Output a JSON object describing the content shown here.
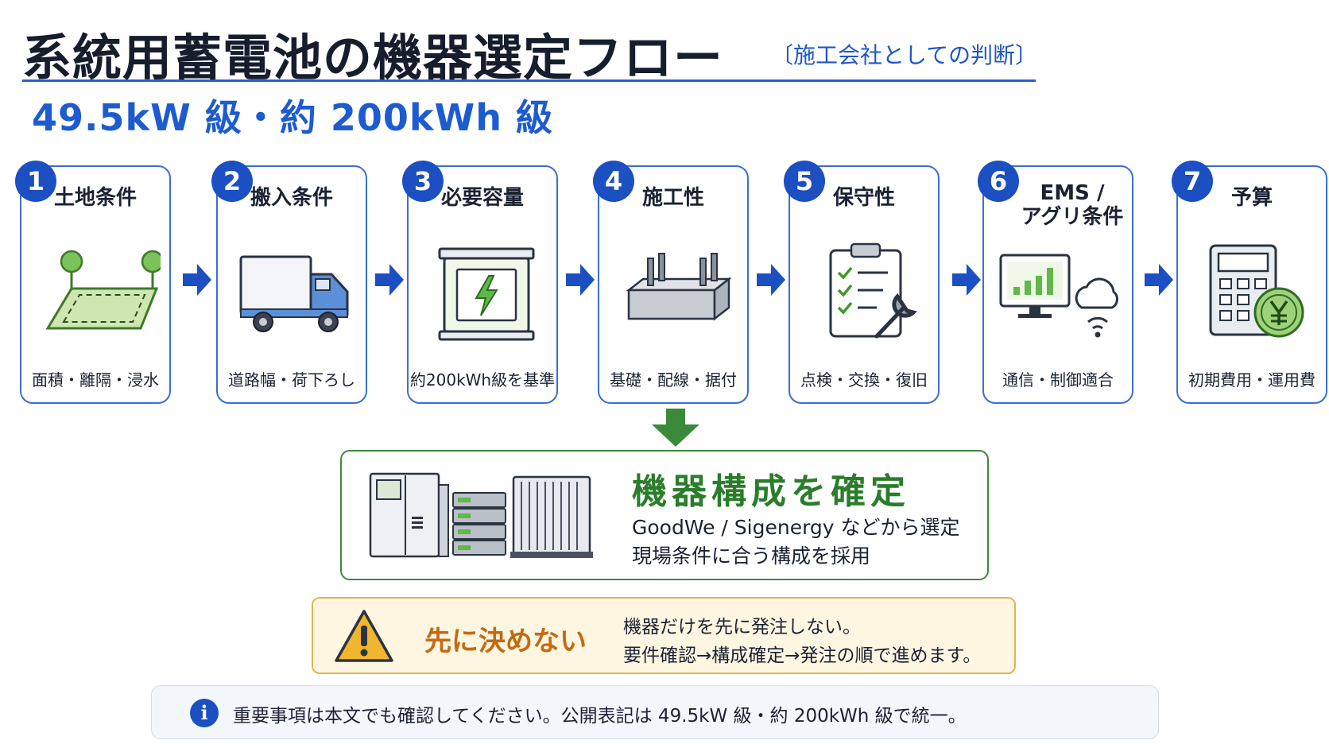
{
  "header": {
    "title": "系統用蓄電池の機器選定フロー",
    "title_note": "〔施工会社としての判断〕",
    "subtitle": "49.5kW 級・約 200kWh 級"
  },
  "steps": [
    {
      "number": "1",
      "label": "土地条件",
      "desc": "面積・離隔・浸水",
      "icon": "land-icon"
    },
    {
      "number": "2",
      "label": "搬入条件",
      "desc": "道路幅・荷下ろし",
      "icon": "truck-icon"
    },
    {
      "number": "3",
      "label": "必要容量",
      "desc": "約200kWh級を基準",
      "icon": "battery-icon"
    },
    {
      "number": "4",
      "label": "施工性",
      "desc": "基礎・配線・据付",
      "icon": "foundation-icon"
    },
    {
      "number": "5",
      "label": "保守性",
      "desc": "点検・交換・復旧",
      "icon": "clipboard-wrench-icon"
    },
    {
      "number": "6",
      "label_line1": "EMS /",
      "label_line2": "アグリ条件",
      "desc": "通信・制御適合",
      "icon": "monitor-cloud-icon"
    },
    {
      "number": "7",
      "label": "予算",
      "desc": "初期費用・運用費",
      "icon": "calculator-yen-icon"
    }
  ],
  "result": {
    "title": "機器構成を確定",
    "line1": "GoodWe / Sigenergy などから選定",
    "line2": "現場条件に合う構成を採用"
  },
  "warning": {
    "title": "先に決めない",
    "line1": "機器だけを先に発注しない。",
    "line2": "要件確認→構成確定→発注の順で進めます。"
  },
  "info": {
    "icon_letter": "i",
    "text": "重要事項は本文でも確認してください。公開表記は 49.5kW 級・約 200kWh 級で統一。"
  },
  "colors": {
    "primary_blue": "#1b4fc2",
    "accent_green": "#2a7d2a",
    "warning_orange": "#c36a12",
    "warning_bg": "#fff6e2"
  }
}
